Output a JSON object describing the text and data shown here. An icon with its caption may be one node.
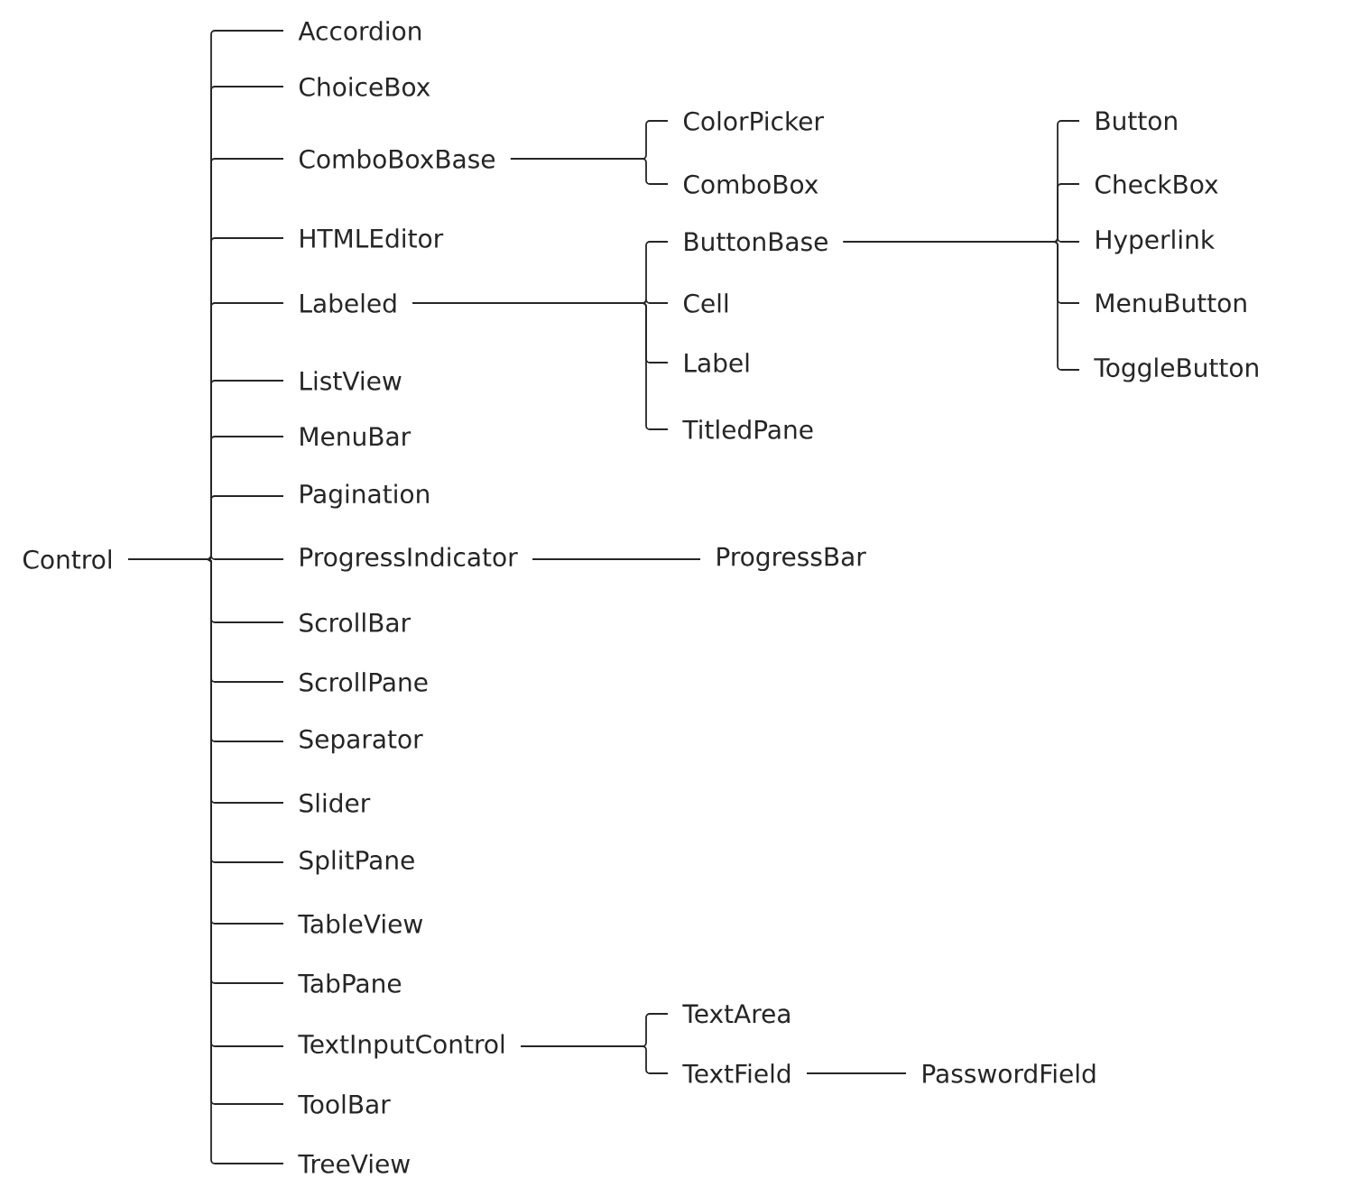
{
  "diagram": {
    "nodes": [
      {
        "text": [
          "Control"
        ]
      },
      {
        "text": [
          "Accordion"
        ]
      },
      {
        "text": [
          "ChoiceBox"
        ]
      },
      {
        "text": [
          "ComboBoxBase"
        ]
      },
      {
        "text": [
          "ColorPicker"
        ]
      },
      {
        "text": [
          "ComboBox"
        ]
      },
      {
        "text": [
          "HTMLEditor"
        ]
      },
      {
        "text": [
          "Labeled"
        ]
      },
      {
        "text": [
          "ButtonBase"
        ]
      },
      {
        "text": [
          "Button"
        ]
      },
      {
        "text": [
          "CheckBox"
        ]
      },
      {
        "text": [
          "Hyperlink"
        ]
      },
      {
        "text": [
          "MenuButton"
        ]
      },
      {
        "text": [
          "ToggleButton"
        ]
      },
      {
        "text": [
          "Cell"
        ]
      },
      {
        "text": [
          "Label"
        ]
      },
      {
        "text": [
          "TitledPane"
        ]
      },
      {
        "text": [
          "ListView"
        ]
      },
      {
        "text": [
          "MenuBar"
        ]
      },
      {
        "text": [
          "Pagination"
        ]
      },
      {
        "text": [
          "ProgressIndicator"
        ]
      },
      {
        "text": [
          "ProgressBar"
        ]
      },
      {
        "text": [
          "ScrollBar"
        ]
      },
      {
        "text": [
          "ScrollPane"
        ]
      },
      {
        "text": [
          "Separator"
        ]
      },
      {
        "text": [
          "Slider"
        ]
      },
      {
        "text": [
          "SplitPane"
        ]
      },
      {
        "text": [
          "TableView"
        ]
      },
      {
        "text": [
          "TabPane"
        ]
      },
      {
        "text": [
          "TextInputControl"
        ]
      },
      {
        "text": [
          "TextArea"
        ]
      },
      {
        "text": [
          "TextField"
        ]
      },
      {
        "text": [
          "PasswordField"
        ]
      },
      {
        "text": [
          "ToolBar"
        ]
      },
      {
        "text": [
          "TreeView"
        ]
      }
    ],
    "edges": [
      {
        "from": 0,
        "to": 1,
        "arrow": "none"
      },
      {
        "from": 0,
        "to": 2,
        "arrow": "none"
      },
      {
        "from": 0,
        "to": 3,
        "arrow": "none"
      },
      {
        "from": 3,
        "to": 4,
        "arrow": "none"
      },
      {
        "from": 3,
        "to": 5,
        "arrow": "none"
      },
      {
        "from": 0,
        "to": 6,
        "arrow": "none"
      },
      {
        "from": 0,
        "to": 7,
        "arrow": "none"
      },
      {
        "from": 7,
        "to": 8,
        "arrow": "none"
      },
      {
        "from": 8,
        "to": 9,
        "arrow": "none"
      },
      {
        "from": 8,
        "to": 10,
        "arrow": "none"
      },
      {
        "from": 8,
        "to": 11,
        "arrow": "none"
      },
      {
        "from": 8,
        "to": 12,
        "arrow": "none"
      },
      {
        "from": 8,
        "to": 13,
        "arrow": "none"
      },
      {
        "from": 7,
        "to": 14,
        "arrow": "none"
      },
      {
        "from": 7,
        "to": 15,
        "arrow": "none"
      },
      {
        "from": 7,
        "to": 16,
        "arrow": "none"
      },
      {
        "from": 0,
        "to": 17,
        "arrow": "none"
      },
      {
        "from": 0,
        "to": 18,
        "arrow": "none"
      },
      {
        "from": 0,
        "to": 19,
        "arrow": "none"
      },
      {
        "from": 0,
        "to": 20,
        "arrow": "none"
      },
      {
        "from": 20,
        "to": 21,
        "arrow": "none"
      },
      {
        "from": 0,
        "to": 22,
        "arrow": "none"
      },
      {
        "from": 0,
        "to": 23,
        "arrow": "none"
      },
      {
        "from": 0,
        "to": 24,
        "arrow": "none"
      },
      {
        "from": 0,
        "to": 25,
        "arrow": "none"
      },
      {
        "from": 0,
        "to": 26,
        "arrow": "none"
      },
      {
        "from": 0,
        "to": 27,
        "arrow": "none"
      },
      {
        "from": 0,
        "to": 28,
        "arrow": "none"
      },
      {
        "from": 0,
        "to": 29,
        "arrow": "none"
      },
      {
        "from": 29,
        "to": 30,
        "arrow": "none"
      },
      {
        "from": 29,
        "to": 31,
        "arrow": "none"
      },
      {
        "from": 31,
        "to": 32,
        "arrow": "none"
      },
      {
        "from": 0,
        "to": 33,
        "arrow": "none"
      },
      {
        "from": 0,
        "to": 34,
        "arrow": "none"
      }
    ]
  }
}
